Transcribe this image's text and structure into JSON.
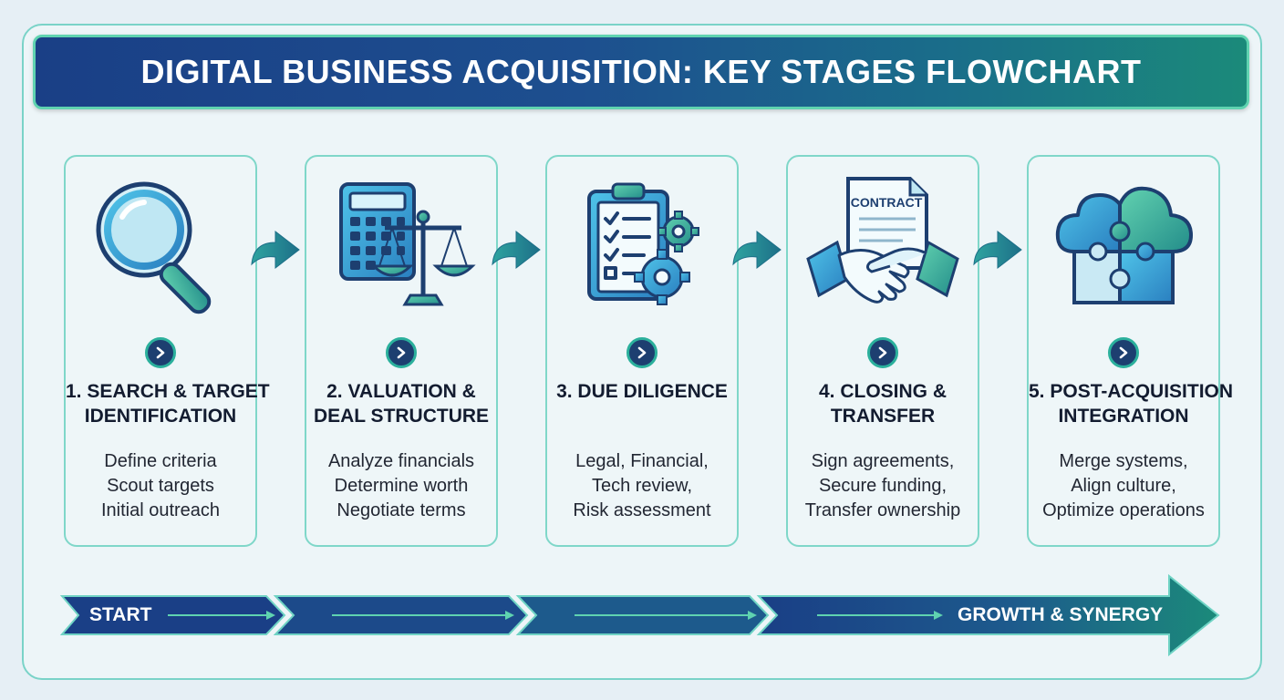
{
  "header": {
    "title": "DIGITAL BUSINESS ACQUISITION: KEY STAGES FLOWCHART"
  },
  "stages": [
    {
      "title_lines": [
        "1. SEARCH & TARGET",
        "IDENTIFICATION"
      ],
      "desc_lines": [
        "Define criteria",
        "Scout targets",
        "Initial outreach"
      ],
      "icon": "magnifying-glass-icon"
    },
    {
      "title_lines": [
        "2. VALUATION &",
        "DEAL STRUCTURE"
      ],
      "desc_lines": [
        "Analyze financials",
        "Determine worth",
        "Negotiate terms"
      ],
      "icon": "calculator-scales-icon"
    },
    {
      "title_lines": [
        "3. DUE DILIGENCE"
      ],
      "desc_lines": [
        "Legal, Financial,",
        "Tech review,",
        "Risk assessment"
      ],
      "icon": "clipboard-gears-icon"
    },
    {
      "title_lines": [
        "4. CLOSING &",
        "TRANSFER"
      ],
      "desc_lines": [
        "Sign agreements,",
        "Secure funding,",
        "Transfer ownership"
      ],
      "icon": "contract-handshake-icon",
      "icon_text": "CONTRACT"
    },
    {
      "title_lines": [
        "5. POST-ACQUISITION",
        "INTEGRATION"
      ],
      "desc_lines": [
        "Merge systems,",
        "Align culture,",
        "Optimize operations"
      ],
      "icon": "puzzle-cloud-icon"
    }
  ],
  "timeline": {
    "start_label": "START",
    "end_label": "GROWTH & SYNERGY"
  },
  "colors": {
    "navy": "#1a3f86",
    "teal": "#1b8a7a",
    "mint": "#5fd3b0",
    "icon_blue": "#2e9fd4",
    "text_dark": "#131c30"
  }
}
